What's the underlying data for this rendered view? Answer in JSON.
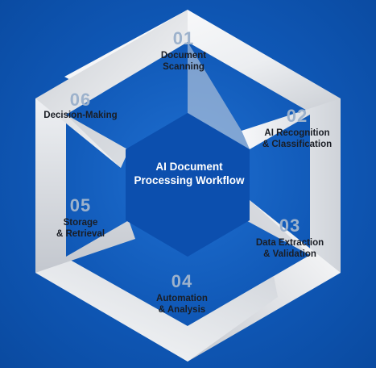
{
  "center": {
    "title": "AI Document\nProcessing Workflow"
  },
  "steps": [
    {
      "number": "01",
      "label": "Document\nScanning"
    },
    {
      "number": "02",
      "label": "AI Recognition\n& Classification"
    },
    {
      "number": "03",
      "label": "Data Extraction\n& Validation"
    },
    {
      "number": "04",
      "label": "Automation\n& Analysis"
    },
    {
      "number": "05",
      "label": "Storage\n& Retrieval"
    },
    {
      "number": "06",
      "label": "Decision-Making"
    }
  ],
  "colors": {
    "background": "#0f57b5",
    "center_hexagon": "#0c4fae",
    "ribbon_light": "#f4f5f7",
    "ribbon_shadow": "#b9bdc5",
    "number_text": "#9db2cc",
    "label_text": "#1a1d24"
  }
}
